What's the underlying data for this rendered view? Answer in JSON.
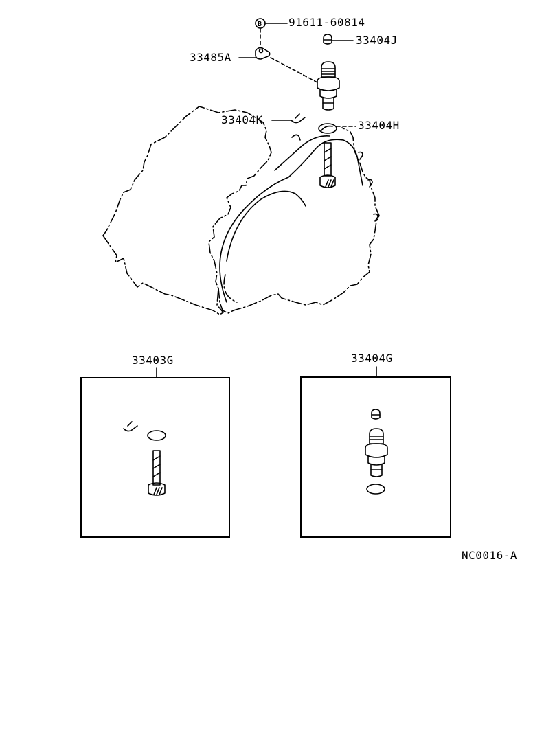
{
  "diagram": {
    "type": "exploded parts diagram",
    "subject": "transmission speedometer driven gear / vehicle speed sensor",
    "line_color": "#000000",
    "background": "#ffffff",
    "callouts": [
      {
        "id": "bolt",
        "part_no": "91611-60814",
        "icon": "bolt-circle-B-icon",
        "icon_letter": "B"
      },
      {
        "id": "plug",
        "part_no": "33404J"
      },
      {
        "id": "plate",
        "part_no": "33485A"
      },
      {
        "id": "clip",
        "part_no": "33404K"
      },
      {
        "id": "o-ring",
        "part_no": "33404H"
      }
    ],
    "kits": [
      {
        "part_no": "33403G",
        "contents": [
          "clip",
          "o-ring",
          "driven-gear-shaft"
        ]
      },
      {
        "part_no": "33404G",
        "contents": [
          "cap",
          "speed-sensor",
          "o-ring"
        ]
      }
    ],
    "figure_code": "NC0016-A"
  }
}
